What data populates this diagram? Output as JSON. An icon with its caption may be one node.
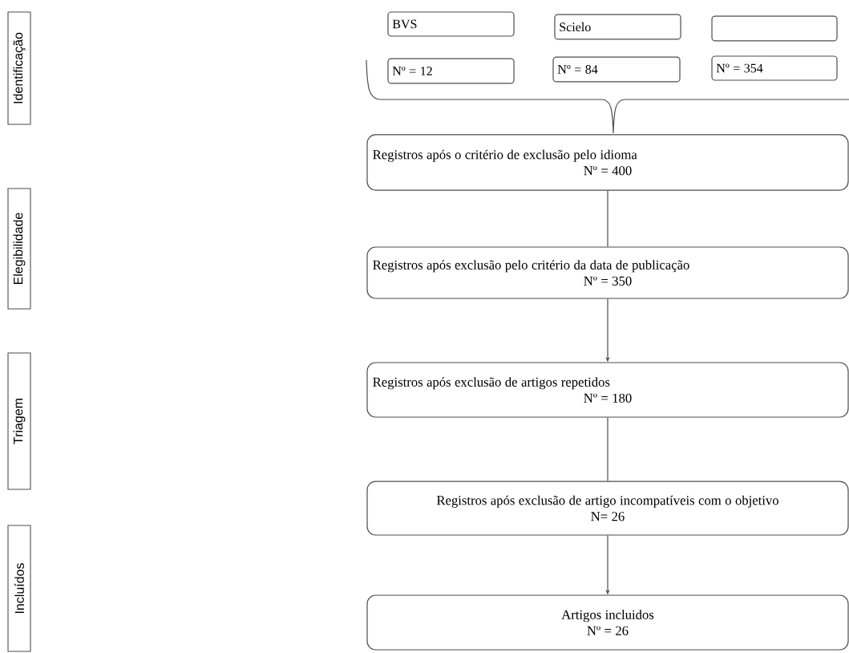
{
  "diagram": {
    "nodes": [
      {
        "text": [
          "Identificação"
        ]
      },
      {
        "text": [
          "Elegibilidade"
        ]
      },
      {
        "text": [
          "Triagem"
        ]
      },
      {
        "text": [
          "Incluídos"
        ]
      },
      {
        "text": [
          "BVS"
        ]
      },
      {
        "text": [
          "Scielo"
        ]
      },
      {
        "text": [],
        "shape": "box"
      },
      {
        "text": [
          "Nº = 12"
        ]
      },
      {
        "text": [
          "Nº = 84"
        ]
      },
      {
        "text": [
          "Nº = 354"
        ]
      },
      {
        "text": [
          "Registros após o critério de exclusão pelo idioma",
          "Nº = 400"
        ]
      },
      {
        "text": [
          "Registros após exclusão pelo critério da data de publicação",
          "Nº = 350"
        ]
      },
      {
        "text": [
          "Registros após exclusão de artigos repetidos",
          "Nº = 180"
        ]
      },
      {
        "text": [
          "Registros após exclusão de artigo incompatíveis com o objetivo",
          "N= 26"
        ]
      },
      {
        "text": [
          "Artigos incluidos",
          "Nº = 26"
        ]
      }
    ],
    "edges": [
      {
        "from": 10,
        "to": 11,
        "arrow": "none"
      },
      {
        "from": 11,
        "to": 12,
        "arrow": "to"
      },
      {
        "from": 12,
        "to": 13,
        "arrow": "none"
      },
      {
        "from": 13,
        "to": 14,
        "arrow": "to"
      }
    ]
  }
}
